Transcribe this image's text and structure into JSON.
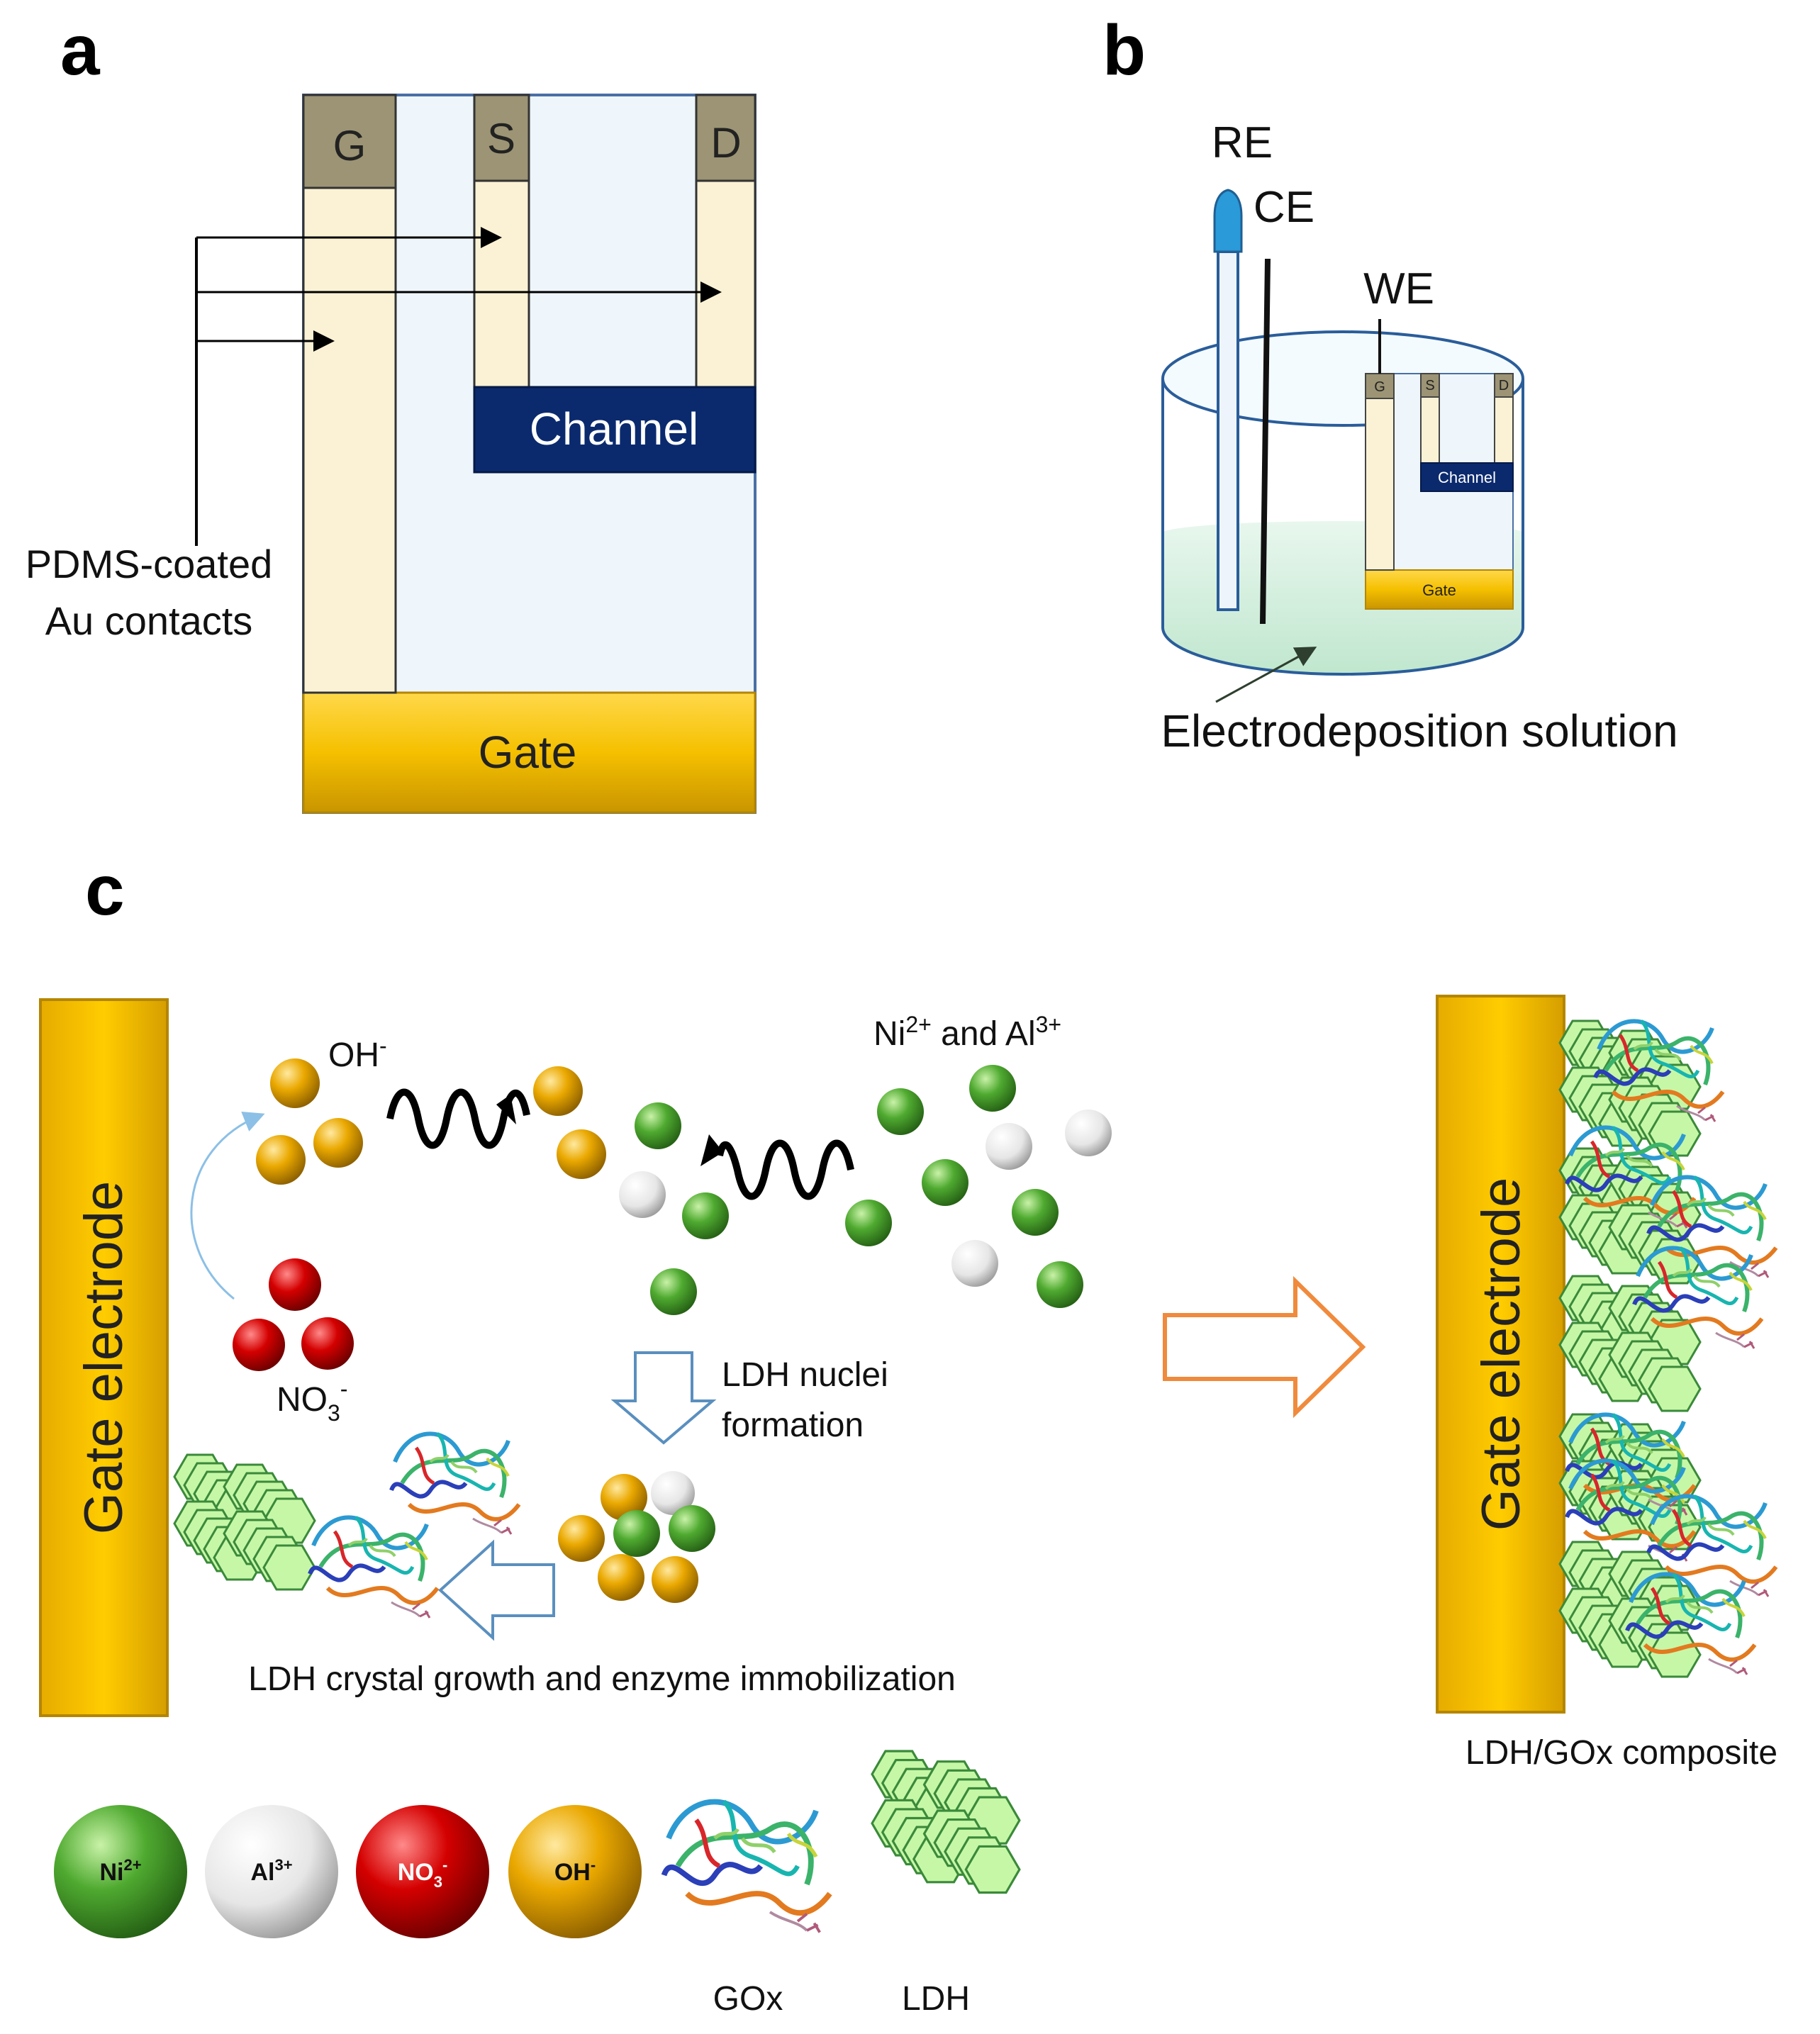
{
  "panel_a": {
    "letter": "a",
    "contact_g": "G",
    "contact_s": "S",
    "contact_d": "D",
    "channel": "Channel",
    "gate": "Gate",
    "callout_line1": "PDMS-coated",
    "callout_line2": "Au contacts"
  },
  "panel_b": {
    "letter": "b",
    "re": "RE",
    "ce": "CE",
    "we": "WE",
    "contact_g": "G",
    "contact_s": "S",
    "contact_d": "D",
    "channel": "Channel",
    "gate": "Gate",
    "solution": "Electrodeposition solution"
  },
  "panel_c": {
    "letter": "c",
    "gate_left": "Gate electrode",
    "gate_right": "Gate electrode",
    "oh": "OH",
    "oh_sup": "-",
    "cations_ni": "Ni",
    "cations_ni_sup": "2+",
    "cations_and": " and Al",
    "cations_al_sup": "3+",
    "no3": "NO",
    "no3_sub": "3",
    "no3_sup": "-",
    "nuclei_line1": "LDH nuclei",
    "nuclei_line2": "formation",
    "growth": "LDH crystal growth and enzyme immobilization",
    "composite": "LDH/GOx composite"
  },
  "legend": {
    "ni": "Ni",
    "ni_sup": "2+",
    "al": "Al",
    "al_sup": "3+",
    "no3": "NO",
    "no3_sub": "3",
    "no3_sup": "-",
    "oh": "OH",
    "oh_sup": "-",
    "gox": "GOx",
    "ldh": "LDH"
  },
  "colors": {
    "gate_gold": "#f5c000",
    "contact_cream": "#fbf2d5",
    "contact_cap": "#9c9474",
    "channel_navy": "#0b2a6e",
    "substrate": "#eef6fb",
    "ni_green": "#3f9b2a",
    "al_white": "#d8d8d8",
    "no3_red": "#cc0000",
    "oh_orange": "#e5a000",
    "ldh_green": "#c6f7a7",
    "beaker_blue": "#2a5d9a",
    "arrow_orange": "#f08a3c",
    "arrow_blue": "#5a8fbf"
  }
}
